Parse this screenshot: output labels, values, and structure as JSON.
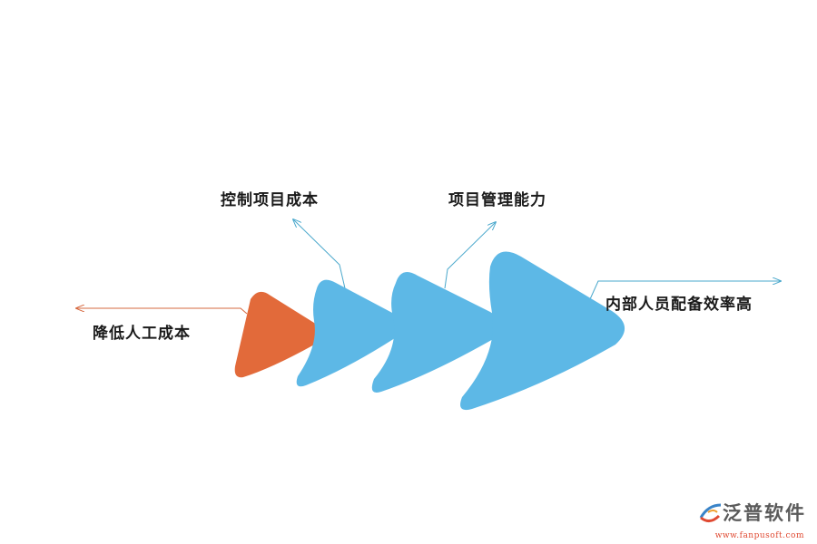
{
  "labels": {
    "left": "降低人工成本",
    "upper_left": "控制项目成本",
    "upper_right": "项目管理能力",
    "right": "内部人员配备效率高"
  },
  "colors": {
    "orange": "#e26a3a",
    "blue": "#5db8e6",
    "orange_line": "#d6683f",
    "blue_line": "#4aa8cc"
  },
  "logo": {
    "name": "泛普软件",
    "url": "www.fanpusoft.com",
    "icon": "fanpu-logo-icon"
  }
}
